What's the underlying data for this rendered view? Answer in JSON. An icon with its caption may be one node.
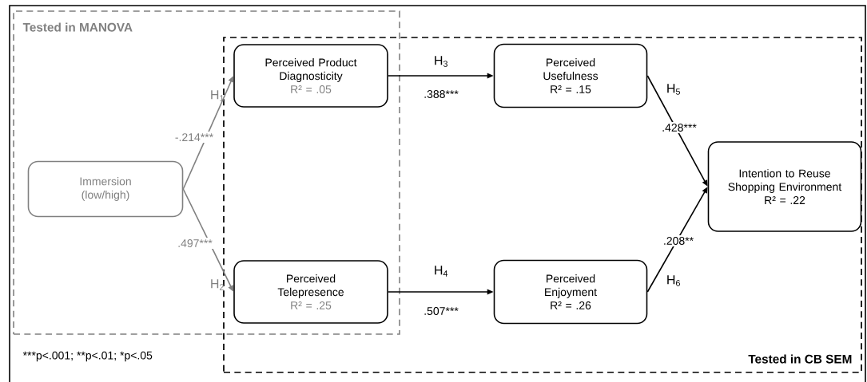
{
  "diagram": {
    "nodes": [
      {
        "text": [
          "Tested in MANOVA"
        ]
      },
      {
        "text": [
          "Tested in CB SEM"
        ]
      },
      {
        "text": [
          "Immersion (low/high)"
        ],
        "in": 0
      },
      {
        "text": [
          "Perceived Product Diagnosticity",
          "R² = .05"
        ]
      },
      {
        "text": [
          "Perceived Telepresence",
          "R² = .25"
        ]
      },
      {
        "text": [
          "Perceived Usefulness",
          "R² = .15"
        ],
        "in": 1
      },
      {
        "text": [
          "Perceived Enjoyment",
          "R² = .26"
        ],
        "in": 1
      },
      {
        "text": [
          "Intention to Reuse Shopping Environment",
          "R² = .22"
        ],
        "in": 1
      }
    ],
    "edges": [
      {
        "from": 2,
        "to": 3,
        "arrow": "to",
        "label": "-.214***",
        "color": "#808080"
      },
      {
        "from": 2,
        "to": 4,
        "arrow": "to",
        "label": ".497***",
        "color": "#808080"
      },
      {
        "from": 3,
        "to": 5,
        "arrow": "to",
        "label": ".388***"
      },
      {
        "from": 4,
        "to": 6,
        "arrow": "to",
        "label": ".507***"
      },
      {
        "from": 5,
        "to": 7,
        "arrow": "to",
        "label": ".428***"
      },
      {
        "from": 6,
        "to": 7,
        "arrow": "to",
        "label": ".208**"
      }
    ],
    "labels": [
      "H$_{1}$",
      "H$_{2}$",
      "H$_{3}$",
      "H$_{4}$",
      "H$_{5}$",
      "H$_{6}$",
      "***p<.001; **p<.01; *p<.05"
    ]
  }
}
